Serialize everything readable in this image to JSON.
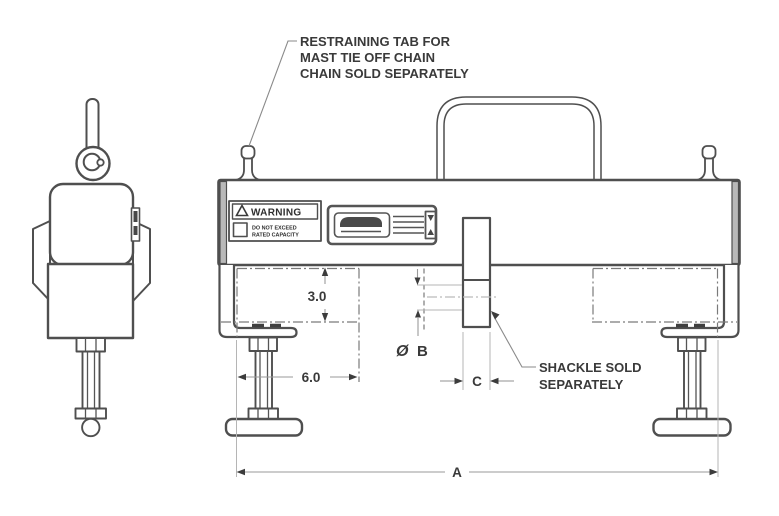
{
  "drawing_type": "engineering-drawing-lifting-beam",
  "notes": {
    "restraining": [
      "RESTRAINING TAB FOR",
      "MAST TIE OFF CHAIN",
      "CHAIN SOLD SEPARATELY"
    ],
    "shackle": [
      "SHACKLE SOLD",
      "SEPARATELY"
    ]
  },
  "dimensions": {
    "bracket_offset": "3.0",
    "leg_travel": "6.0",
    "overall_width": "A",
    "diameter_symbol": "Ø",
    "diameter_letter": "B",
    "shackle_width": "C"
  },
  "warning_label": {
    "title": "WARNING",
    "line1": "DO NOT EXCEED",
    "line2": "RATED CAPACITY"
  },
  "colors": {
    "background": "#ffffff",
    "object_line": "#4f4f4f",
    "dimension_line": "#9a9a9a",
    "text": "#3a3a3a"
  }
}
